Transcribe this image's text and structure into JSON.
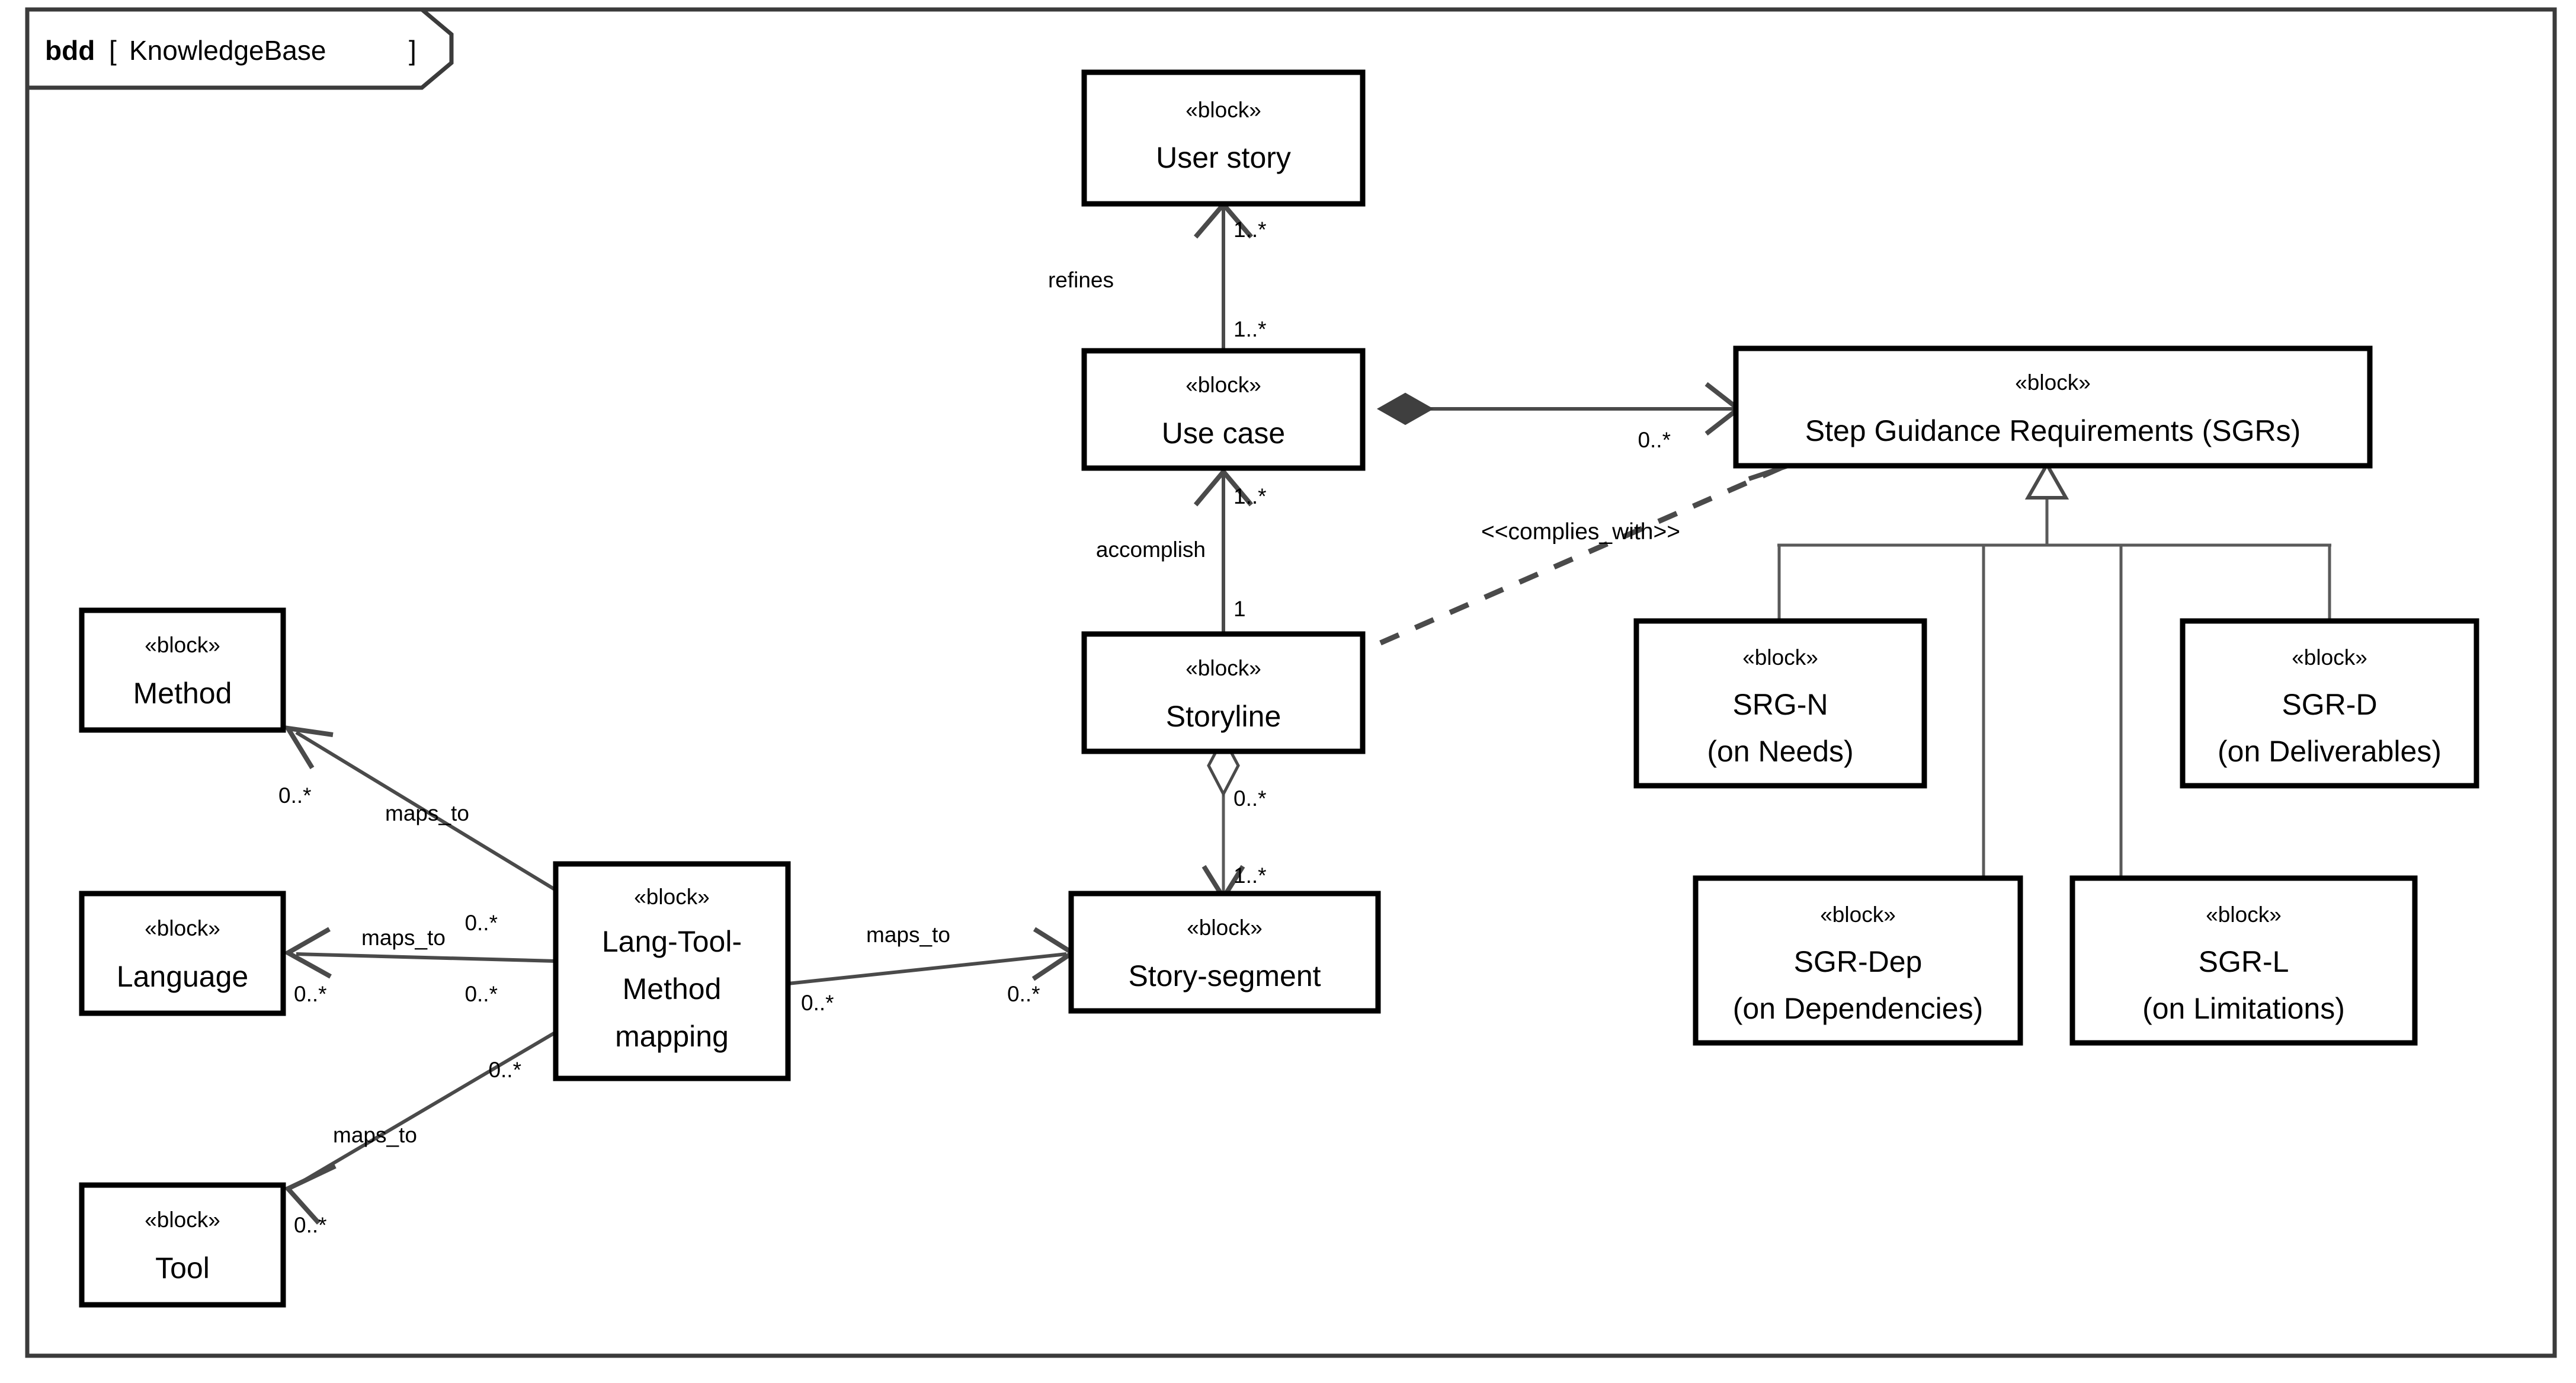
{
  "diagram": {
    "kind": "bdd",
    "bracket_open": "[",
    "name": "KnowledgeBase",
    "bracket_close": "]",
    "header_full": "bdd [ KnowledgeBase ]",
    "notation": "SysML Block Definition Diagram",
    "colors": {
      "frame_stroke": "#3b3b3b",
      "block_stroke": "#000000",
      "block_fill": "#ffffff",
      "edge_stroke": "#4a4a4a",
      "text": "#000000",
      "background": "#ffffff"
    }
  },
  "stereotype": "«block»",
  "blocks": [
    {
      "id": "user-story",
      "stereotype": "«block»",
      "name_lines": [
        "User story"
      ]
    },
    {
      "id": "use-case",
      "stereotype": "«block»",
      "name_lines": [
        "Use case"
      ]
    },
    {
      "id": "storyline",
      "stereotype": "«block»",
      "name_lines": [
        "Storyline"
      ]
    },
    {
      "id": "story-segment",
      "stereotype": "«block»",
      "name_lines": [
        "Story-segment"
      ]
    },
    {
      "id": "sgrs",
      "stereotype": "«block»",
      "name_lines": [
        "Step Guidance Requirements (SGRs)"
      ]
    },
    {
      "id": "srg-n",
      "stereotype": "«block»",
      "name_lines": [
        "SRG-N",
        "(on Needs)"
      ]
    },
    {
      "id": "sgr-d",
      "stereotype": "«block»",
      "name_lines": [
        "SGR-D",
        "(on Deliverables)"
      ]
    },
    {
      "id": "sgr-dep",
      "stereotype": "«block»",
      "name_lines": [
        "SGR-Dep",
        "(on Dependencies)"
      ]
    },
    {
      "id": "sgr-l",
      "stereotype": "«block»",
      "name_lines": [
        "SGR-L",
        "(on Limitations)"
      ]
    },
    {
      "id": "method",
      "stereotype": "«block»",
      "name_lines": [
        "Method"
      ]
    },
    {
      "id": "language",
      "stereotype": "«block»",
      "name_lines": [
        "Language"
      ]
    },
    {
      "id": "tool",
      "stereotype": "«block»",
      "name_lines": [
        "Tool"
      ]
    },
    {
      "id": "ltm-mapping",
      "stereotype": "«block»",
      "name_lines": [
        "Lang-Tool-",
        "Method",
        "mapping"
      ]
    }
  ],
  "relations": [
    {
      "id": "refines",
      "label": "refines",
      "source": "use-case",
      "target": "user-story",
      "type": "association",
      "source_mult": "1..*",
      "target_mult": "1..*"
    },
    {
      "id": "accomplish",
      "label": "accomplish",
      "source": "storyline",
      "target": "use-case",
      "type": "association",
      "source_mult": "1",
      "target_mult": "1..*"
    },
    {
      "id": "uc-sgr",
      "label": "",
      "source": "use-case",
      "target": "sgrs",
      "type": "composition",
      "source_mult": "",
      "target_mult": "0..*"
    },
    {
      "id": "complies",
      "label": "<<complies_with>>",
      "source": "storyline",
      "target": "sgrs",
      "type": "dependency",
      "source_mult": "",
      "target_mult": ""
    },
    {
      "id": "sl-ss",
      "label": "",
      "source": "storyline",
      "target": "story-segment",
      "type": "aggregation",
      "source_mult": "0..*",
      "target_mult": "1..*"
    },
    {
      "id": "gen-srg-n",
      "label": "",
      "source": "srg-n",
      "target": "sgrs",
      "type": "generalization",
      "source_mult": "",
      "target_mult": ""
    },
    {
      "id": "gen-sgr-dep",
      "label": "",
      "source": "sgr-dep",
      "target": "sgrs",
      "type": "generalization",
      "source_mult": "",
      "target_mult": ""
    },
    {
      "id": "gen-sgr-l",
      "label": "",
      "source": "sgr-l",
      "target": "sgrs",
      "type": "generalization",
      "source_mult": "",
      "target_mult": ""
    },
    {
      "id": "gen-sgr-d",
      "label": "",
      "source": "sgr-d",
      "target": "sgrs",
      "type": "generalization",
      "source_mult": "",
      "target_mult": ""
    },
    {
      "id": "map-method",
      "label": "maps_to",
      "source": "ltm-mapping",
      "target": "method",
      "type": "association",
      "source_mult": "0..*",
      "target_mult": "0..*"
    },
    {
      "id": "map-lang",
      "label": "maps_to",
      "source": "ltm-mapping",
      "target": "language",
      "type": "association",
      "source_mult": "0..*",
      "target_mult": "0..*"
    },
    {
      "id": "map-tool",
      "label": "maps_to",
      "source": "ltm-mapping",
      "target": "tool",
      "type": "association",
      "source_mult": "0..*",
      "target_mult": "0..*"
    },
    {
      "id": "map-segment",
      "label": "maps_to",
      "source": "ltm-mapping",
      "target": "story-segment",
      "type": "association",
      "source_mult": "0..*",
      "target_mult": "0..*"
    }
  ],
  "labels": {
    "refines": "refines",
    "accomplish": "accomplish",
    "complies_with": "<<complies_with>>",
    "maps_to_method": "maps_to",
    "maps_to_language": "maps_to",
    "maps_to_tool": "maps_to",
    "maps_to_segment": "maps_to"
  },
  "multiplicities": {
    "us_bottom": "1..*",
    "uc_top": "1..*",
    "uc_bottom": "1..*",
    "sl_top": "1",
    "sgrs_left": "0..*",
    "sl_bottom": "0..*",
    "ss_top": "1..*",
    "method_end": "0..*",
    "map_method_end": "0..*",
    "language_end": "0..*",
    "map_language_end": "0..*",
    "tool_end": "0..*",
    "map_tool_end": "0..*",
    "map_segment_start": "0..*",
    "segment_end": "0..*"
  }
}
